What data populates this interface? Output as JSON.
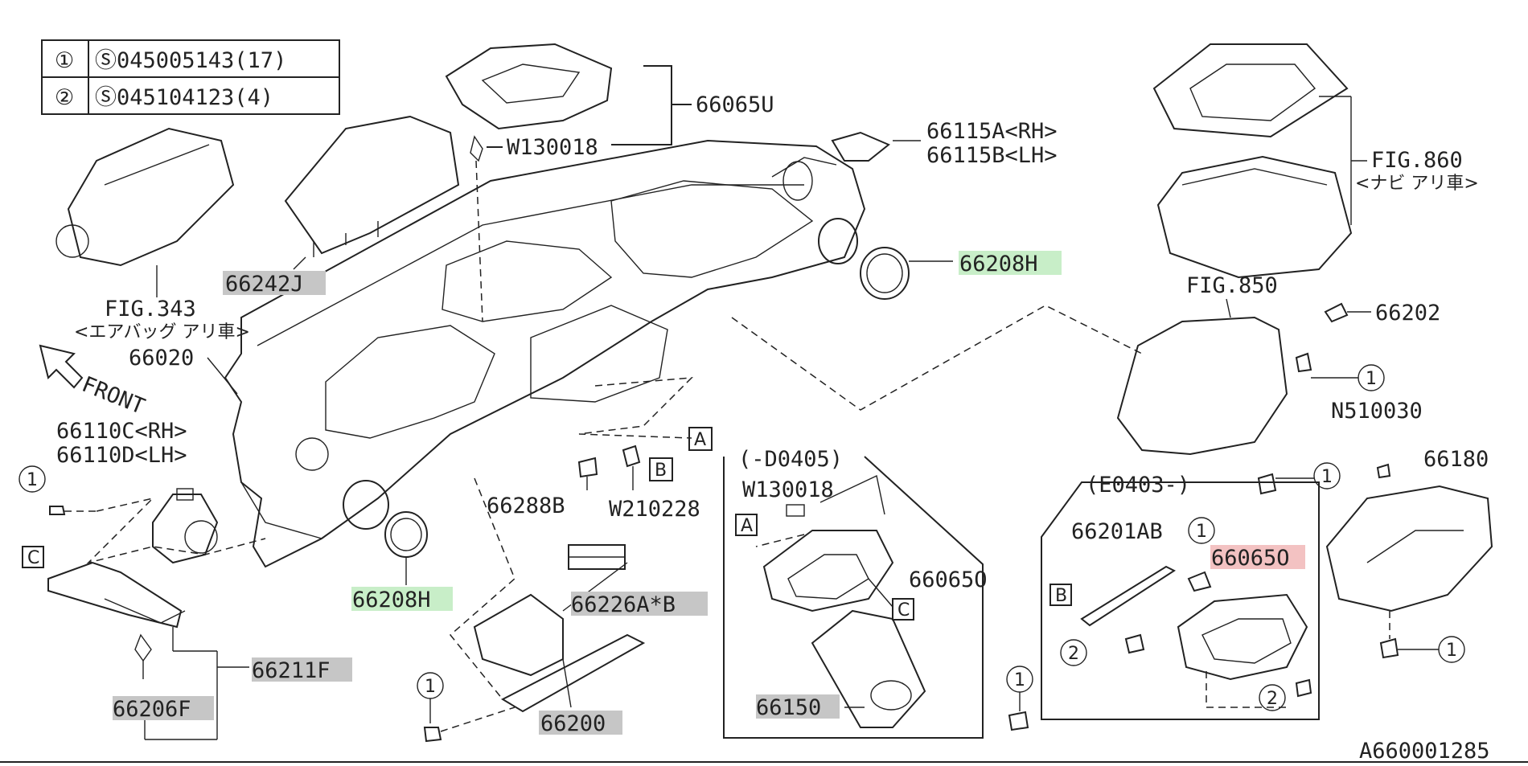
{
  "table": [
    {
      "num": "①",
      "code": "Ⓢ045005143(17)"
    },
    {
      "num": "②",
      "code": "Ⓢ045104123(4)"
    }
  ],
  "labels": {
    "p66065U": "66065U",
    "w130018_top": "W130018",
    "p66115A": "66115A<RH>",
    "p66115B": "66115B<LH>",
    "fig860": "FIG.860",
    "fig860_note": "<ナビ アリ車>",
    "p66208H_right": "66208H",
    "p66242J": "66242J",
    "fig343": "FIG.343",
    "fig343_note": "<エアバッグ アリ車>",
    "fig850": "FIG.850",
    "p66202": "66202",
    "front": "FRONT",
    "p66020": "66020",
    "p66110C": "66110C<RH>",
    "p66110D": "66110D<LH>",
    "callout_A": "A",
    "callout_B": "B",
    "callout_C": "C",
    "p66288B": "66288B",
    "w210228": "W210228",
    "range_d0405": "(-D0405)",
    "w130018_box": "W130018",
    "p66065O_left": "66065O",
    "n510030": "N510030",
    "p66180": "66180",
    "range_e0403": "(E0403-)",
    "p66201AB": "66201AB",
    "p66065O_right": "66065O",
    "p66208H_left": "66208H",
    "p66226AB": "66226A*B",
    "p66211F": "66211F",
    "p66206F": "66206F",
    "p66200": "66200",
    "p66150": "66150",
    "circle_1": "1",
    "circle_2": "2",
    "diagram_id": "A660001285"
  }
}
